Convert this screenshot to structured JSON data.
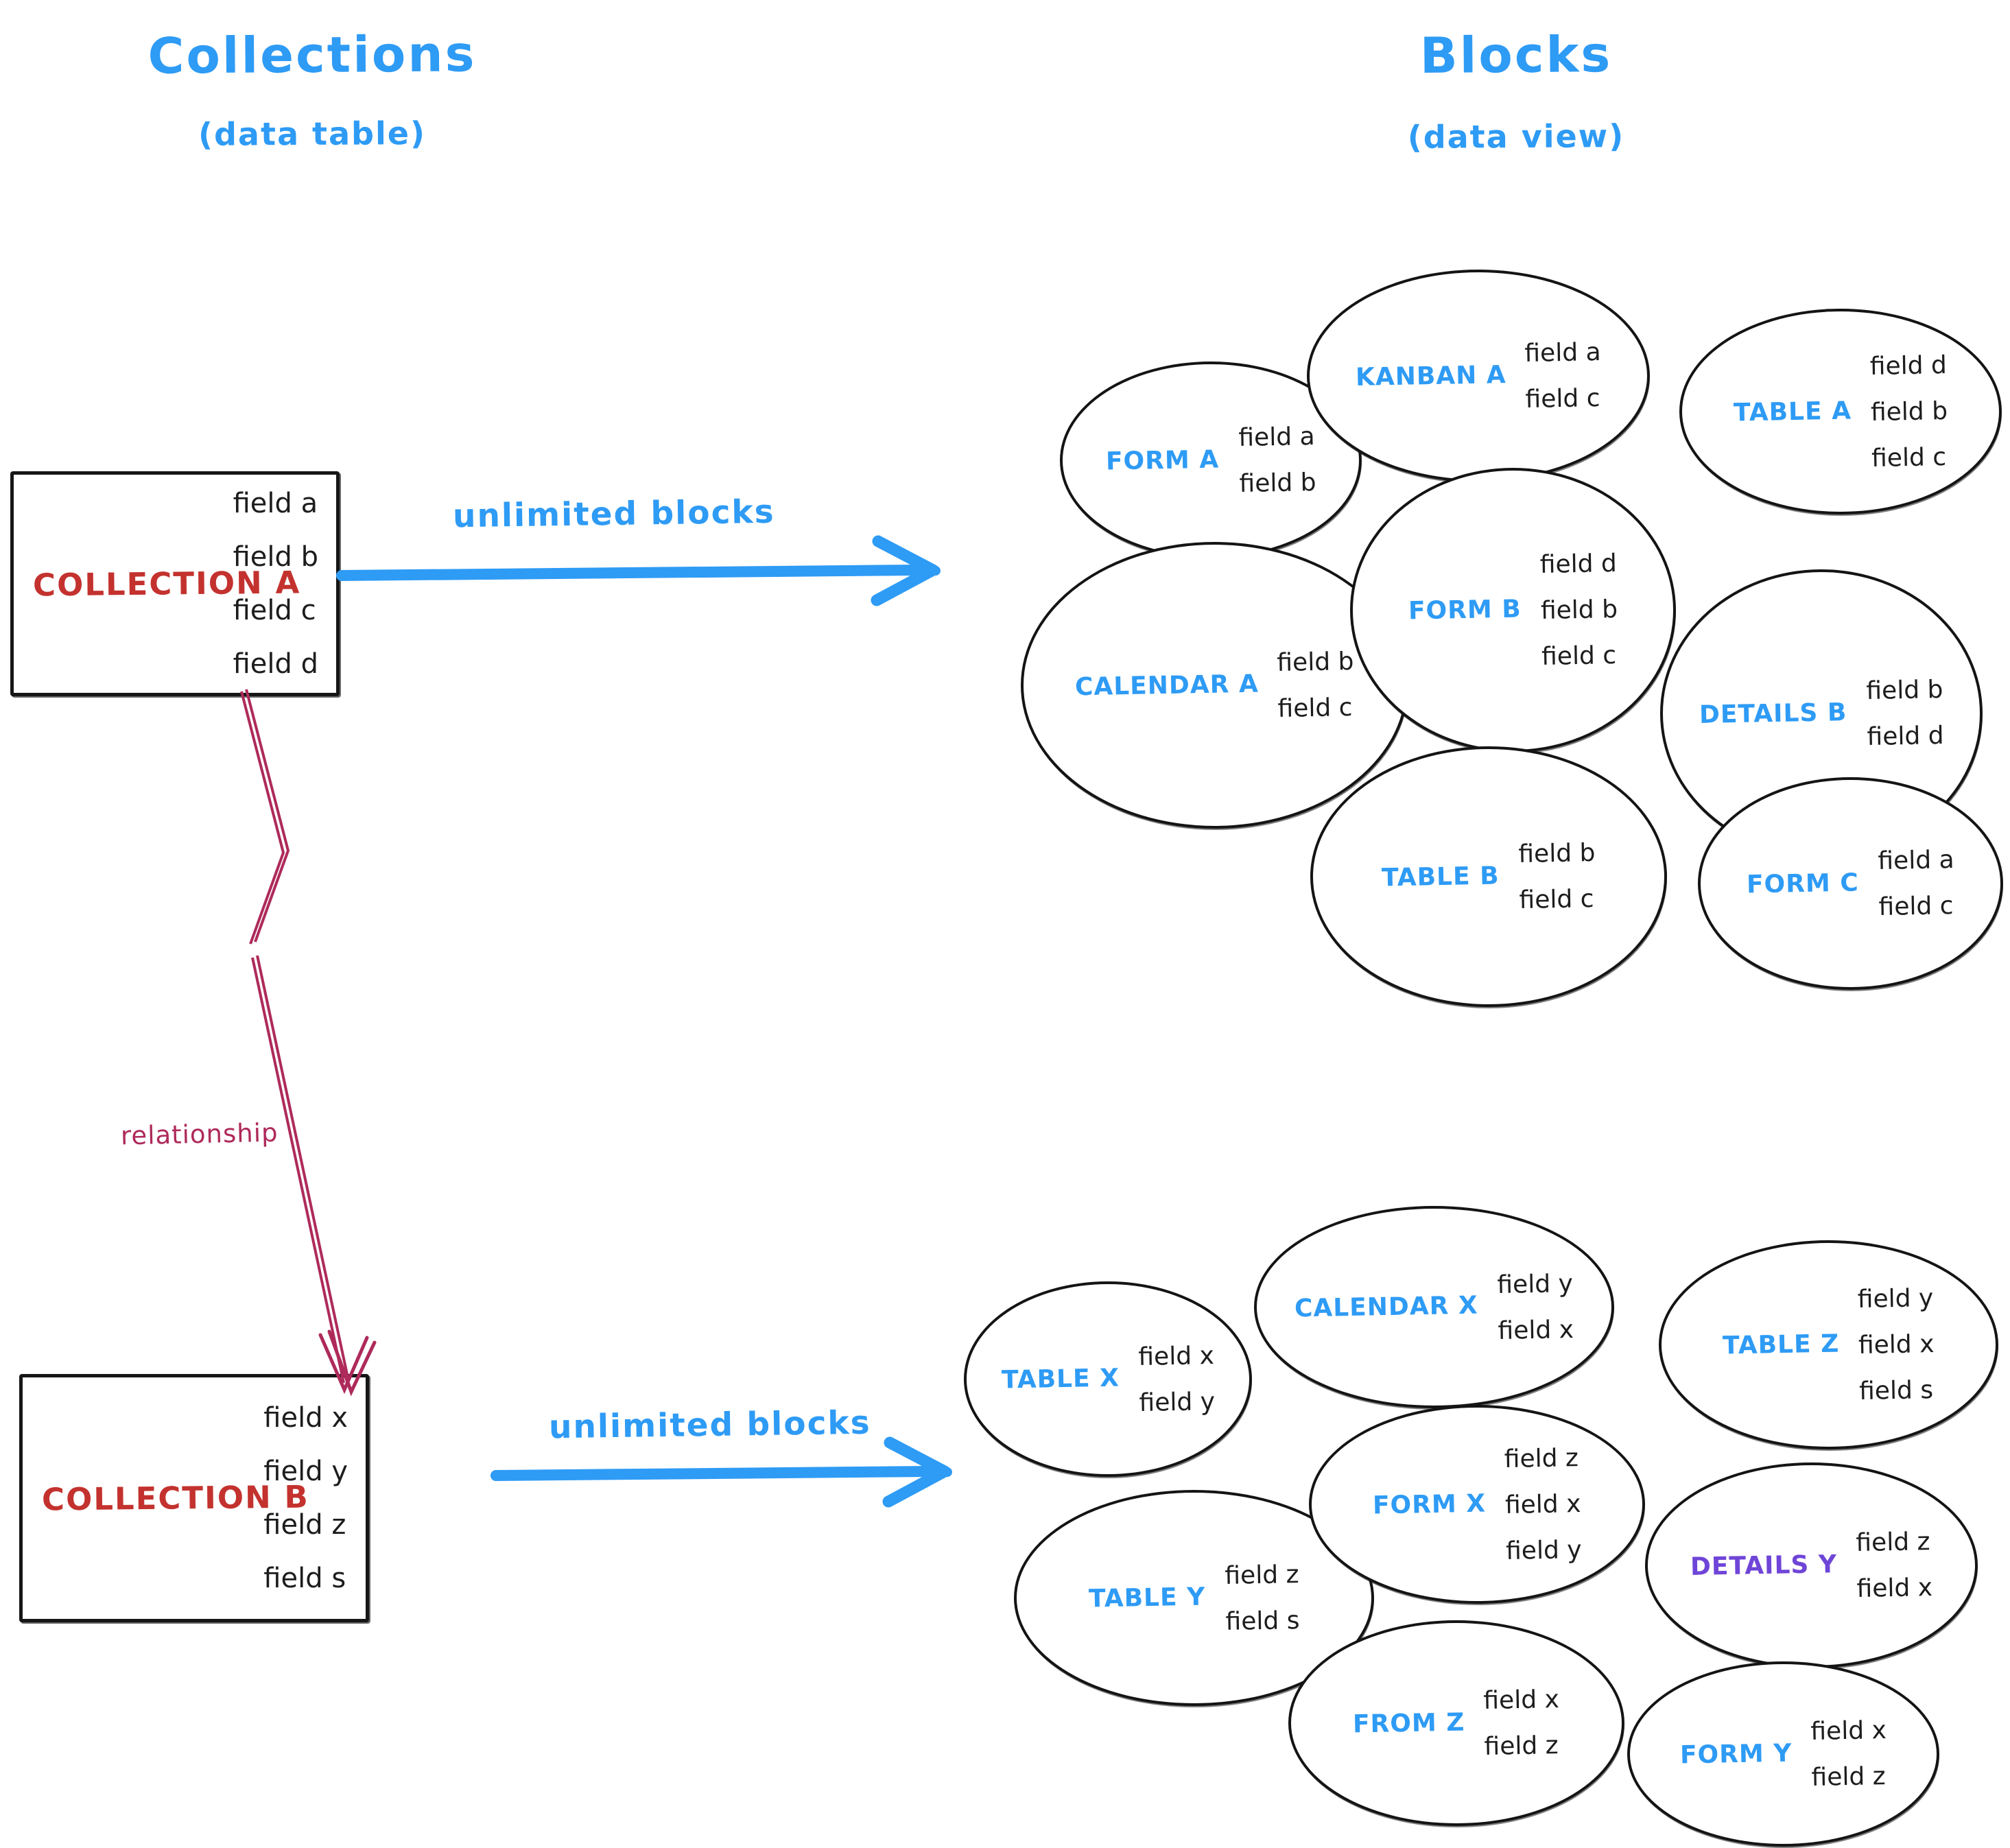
{
  "left_column": {
    "title": "Collections",
    "subtitle": "(data table)",
    "relationship_label": "relationship",
    "collections": [
      {
        "name": "COLLECTION A",
        "fields": [
          "field a",
          "field b",
          "field c",
          "field d"
        ]
      },
      {
        "name": "COLLECTION B",
        "fields": [
          "field x",
          "field y",
          "field z",
          "field s"
        ]
      }
    ]
  },
  "right_column": {
    "title": "Blocks",
    "subtitle": "(data view)"
  },
  "arrows": [
    {
      "label": "unlimited blocks"
    },
    {
      "label": "unlimited blocks"
    }
  ],
  "blocks": {
    "collection_a": [
      {
        "name": "FORM A",
        "fields": [
          "field a",
          "field b"
        ]
      },
      {
        "name": "KANBAN A",
        "fields": [
          "field a",
          "field c"
        ]
      },
      {
        "name": "TABLE A",
        "fields": [
          "field d",
          "field b",
          "field c"
        ]
      },
      {
        "name": "CALENDAR A",
        "fields": [
          "field b",
          "field c"
        ]
      },
      {
        "name": "FORM B",
        "fields": [
          "field d",
          "field b",
          "field c"
        ]
      },
      {
        "name": "DETAILS B",
        "fields": [
          "field b",
          "field d"
        ]
      },
      {
        "name": "TABLE B",
        "fields": [
          "field b",
          "field c"
        ]
      },
      {
        "name": "FORM C",
        "fields": [
          "field a",
          "field c"
        ]
      }
    ],
    "collection_b": [
      {
        "name": "TABLE X",
        "fields": [
          "field x",
          "field y"
        ]
      },
      {
        "name": "CALENDAR X",
        "fields": [
          "field y",
          "field x"
        ]
      },
      {
        "name": "TABLE Z",
        "fields": [
          "field y",
          "field x",
          "field s"
        ]
      },
      {
        "name": "TABLE Y",
        "fields": [
          "field z",
          "field s"
        ]
      },
      {
        "name": "FORM X",
        "fields": [
          "field z",
          "field x",
          "field y"
        ]
      },
      {
        "name": "DETAILS Y",
        "fields": [
          "field z",
          "field x"
        ]
      },
      {
        "name": "FROM Z",
        "fields": [
          "field x",
          "field z"
        ]
      },
      {
        "name": "FORM Y",
        "fields": [
          "field x",
          "field z"
        ]
      }
    ]
  },
  "colors": {
    "accent_blue": "#2e9bf5",
    "collection_red": "#c3322e",
    "relationship_crimson": "#ae2a5a",
    "details_y_purple": "#6f45d8",
    "ink_black": "#1d1d1d"
  }
}
